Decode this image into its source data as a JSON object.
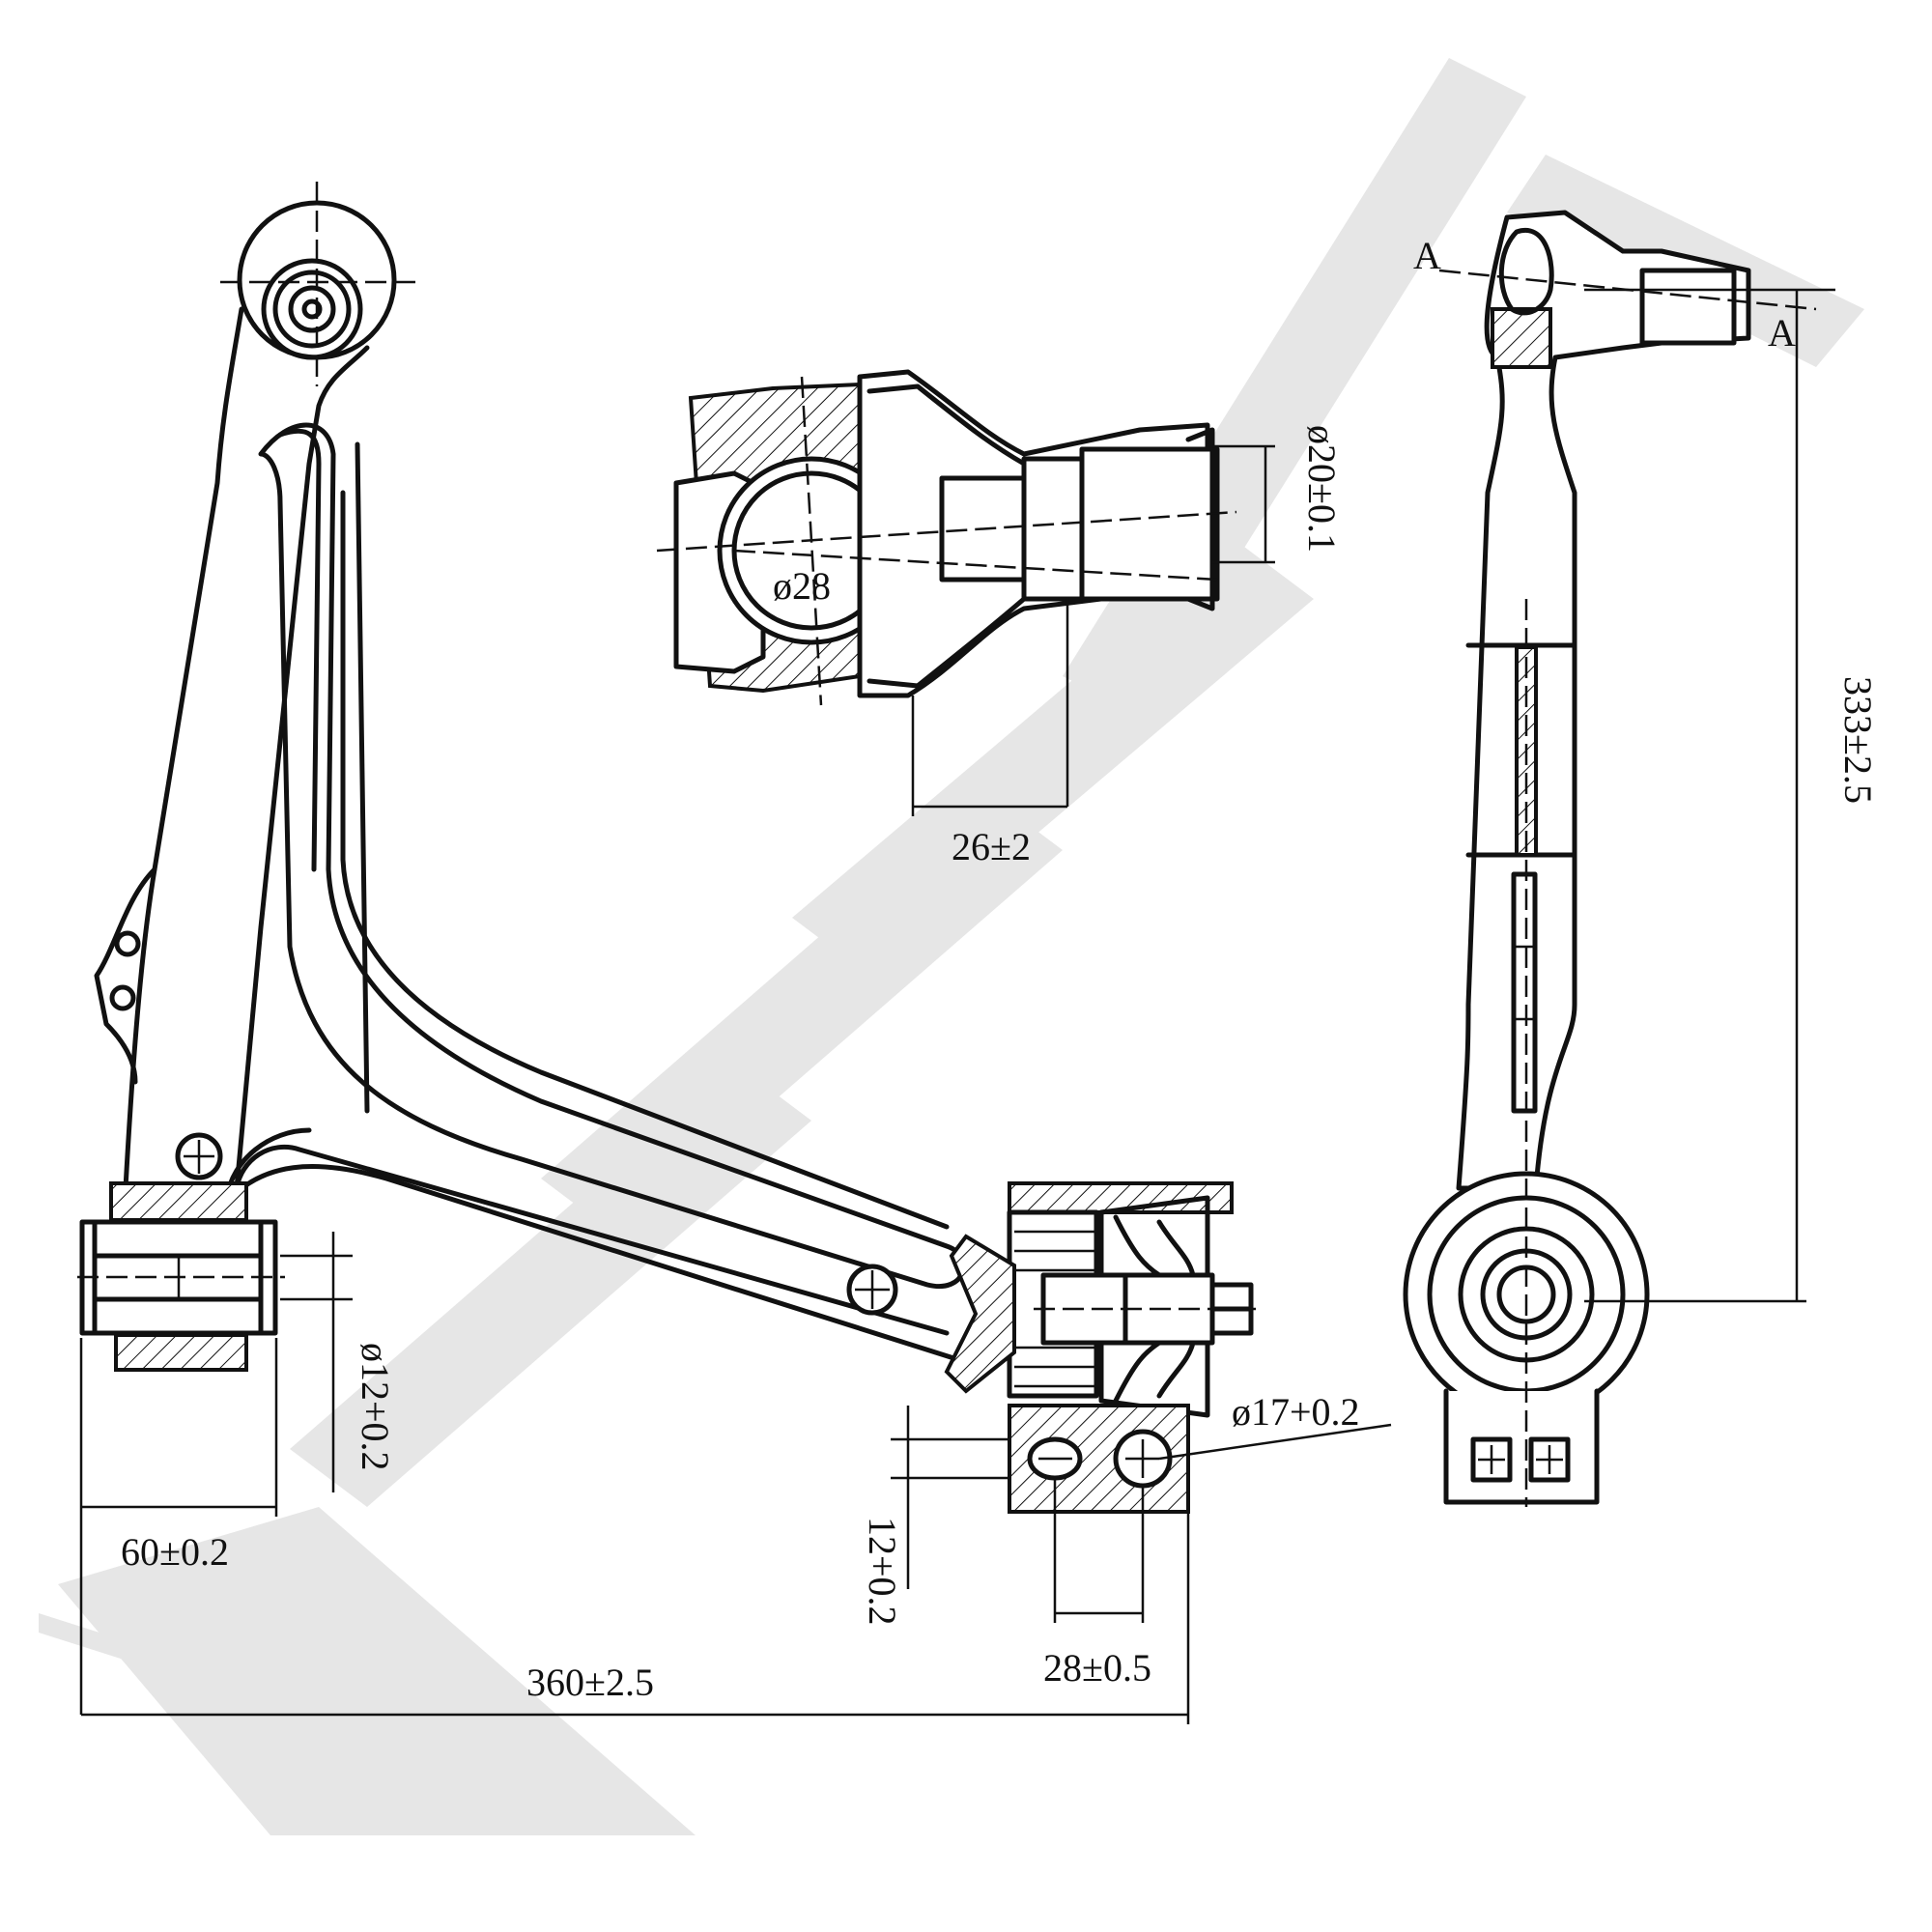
{
  "dimensions": {
    "ball_diameter": "ø28",
    "stud_diameter": "ø20±0.1",
    "stud_length": "26±2",
    "overall_height": "333±2.5",
    "front_bushing_bore": "ø12+0.2",
    "front_bushing_width": "60±0.2",
    "rear_hole_offset": "12+0.2",
    "rear_hole_spacing": "28±0.5",
    "rear_bore": "ø17+0.2",
    "overall_width": "360±2.5"
  },
  "section_marks": {
    "left": "A",
    "right": "A"
  },
  "icons": [
    "watermark-logo",
    "centerline-cross-icon"
  ]
}
